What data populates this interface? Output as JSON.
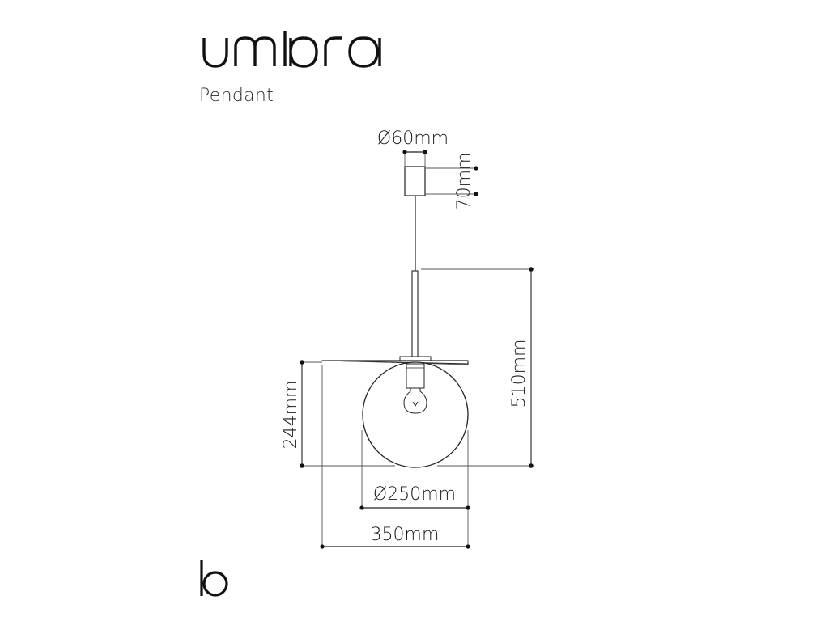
{
  "brand": {
    "wordmark": "umbra",
    "monogram": "b"
  },
  "product": {
    "type_label": "Pendant"
  },
  "dimensions": {
    "canopy_diameter": "Ø60mm",
    "canopy_height": "70mm",
    "overall_height": "510mm",
    "globe_height": "244mm",
    "globe_diameter": "Ø250mm",
    "disc_width": "350mm"
  },
  "colors": {
    "ink": "#1a1a1a",
    "line": "#222222",
    "thin_line": "#555555",
    "fill": "#ffffff"
  }
}
